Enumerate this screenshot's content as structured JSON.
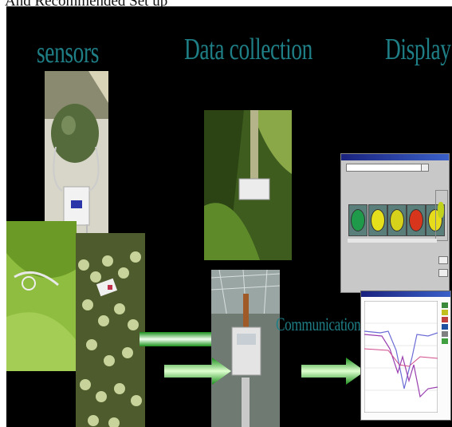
{
  "page_title": "And Recommended Set up",
  "headings": {
    "sensors": "sensors",
    "data_collection": "Data collection",
    "display": "Display"
  },
  "communication_label": "Communication",
  "colors": {
    "heading": "#1f7f86",
    "arrow": "#1ea41e",
    "background": "#000000"
  }
}
